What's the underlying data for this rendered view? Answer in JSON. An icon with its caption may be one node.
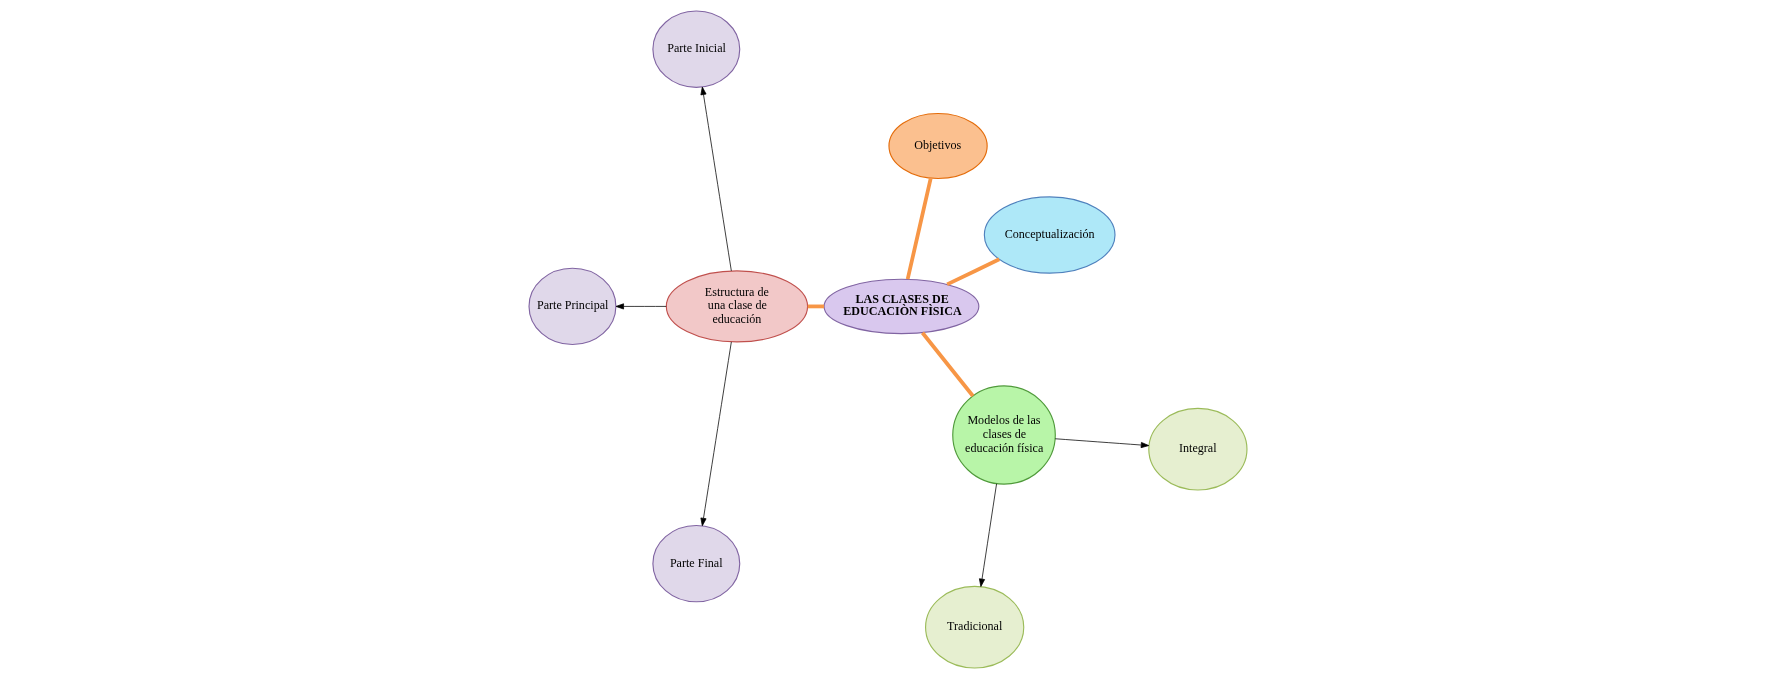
{
  "diagram": {
    "nodes": [
      {
        "text": [
          "LAS CLASES DE EDUCACIÒN FÌSICA"
        ]
      },
      {
        "text": [
          "Conceptualización"
        ]
      },
      {
        "text": [
          "Objetivos"
        ]
      },
      {
        "text": [
          "Estructura de una clase de educación"
        ]
      },
      {
        "text": [
          "Parte Inicial"
        ]
      },
      {
        "text": [
          "Parte Principal"
        ]
      },
      {
        "text": [
          "Parte Final"
        ]
      },
      {
        "text": [
          "Modelos de las clases de educación física"
        ]
      },
      {
        "text": [
          "Tradicional"
        ]
      },
      {
        "text": [
          "Integral"
        ]
      }
    ],
    "edges": [
      {
        "from": 0,
        "to": 1,
        "arrow": "none",
        "style": "thick",
        "color": "#f79646"
      },
      {
        "from": 0,
        "to": 2,
        "arrow": "none",
        "style": "thick",
        "color": "#f79646"
      },
      {
        "from": 0,
        "to": 3,
        "arrow": "none",
        "style": "thick",
        "color": "#f79646"
      },
      {
        "from": 0,
        "to": 7,
        "arrow": "none",
        "style": "thick",
        "color": "#f79646"
      },
      {
        "from": 3,
        "to": 4,
        "arrow": "to"
      },
      {
        "from": 3,
        "to": 5,
        "arrow": "to"
      },
      {
        "from": 3,
        "to": 6,
        "arrow": "to"
      },
      {
        "from": 7,
        "to": 8,
        "arrow": "to"
      },
      {
        "from": 7,
        "to": 9,
        "arrow": "to"
      }
    ]
  }
}
